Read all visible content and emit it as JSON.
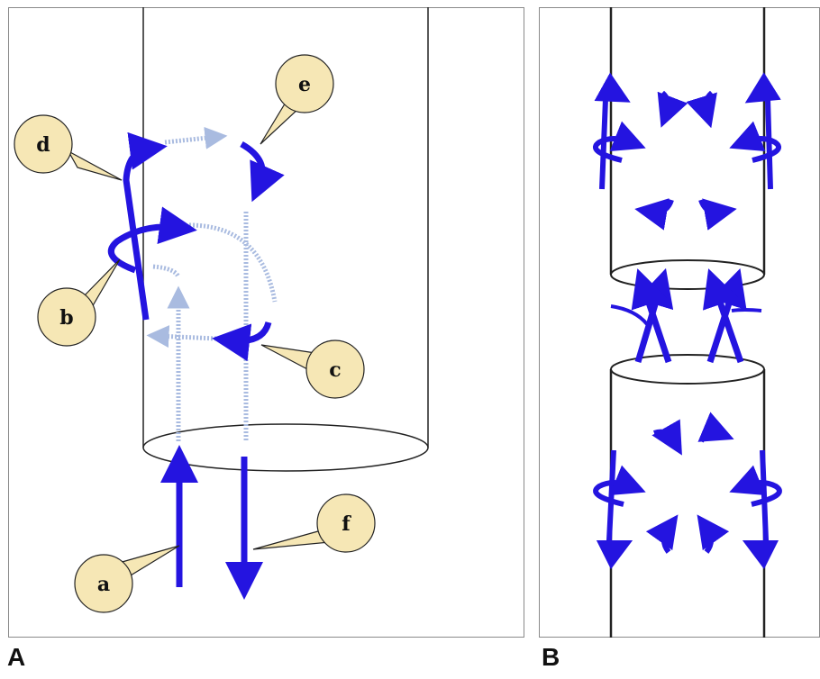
{
  "panels": {
    "a": {
      "letter": "A"
    },
    "b": {
      "letter": "B"
    }
  },
  "callouts": [
    "a",
    "b",
    "c",
    "d",
    "e",
    "f"
  ],
  "colors": {
    "arrow": "#2414e0",
    "arrow_faded": "#a9bbe0",
    "bubble_fill": "#f6e7b5",
    "outline": "#222222"
  }
}
